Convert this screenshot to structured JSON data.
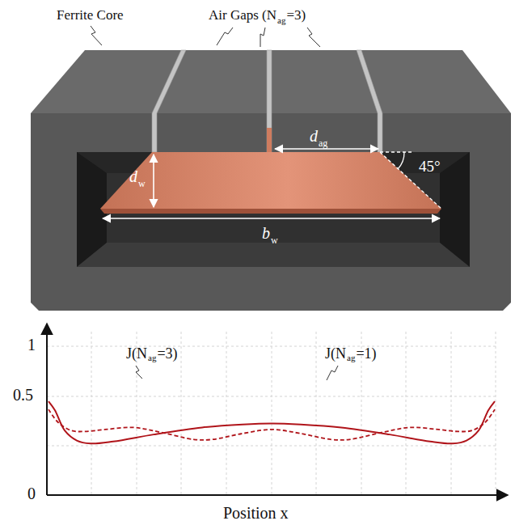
{
  "diagram": {
    "labels": [
      "Ferrite Core",
      "Air Gaps (N",
      "ag",
      "=3)",
      "d",
      "ag",
      "45°",
      "d",
      "w",
      "b",
      "w",
      "1",
      "0.5",
      "0",
      "J(N",
      "ag",
      "=3)",
      "J(N",
      "ag",
      "=1)",
      "Position x"
    ]
  }
}
